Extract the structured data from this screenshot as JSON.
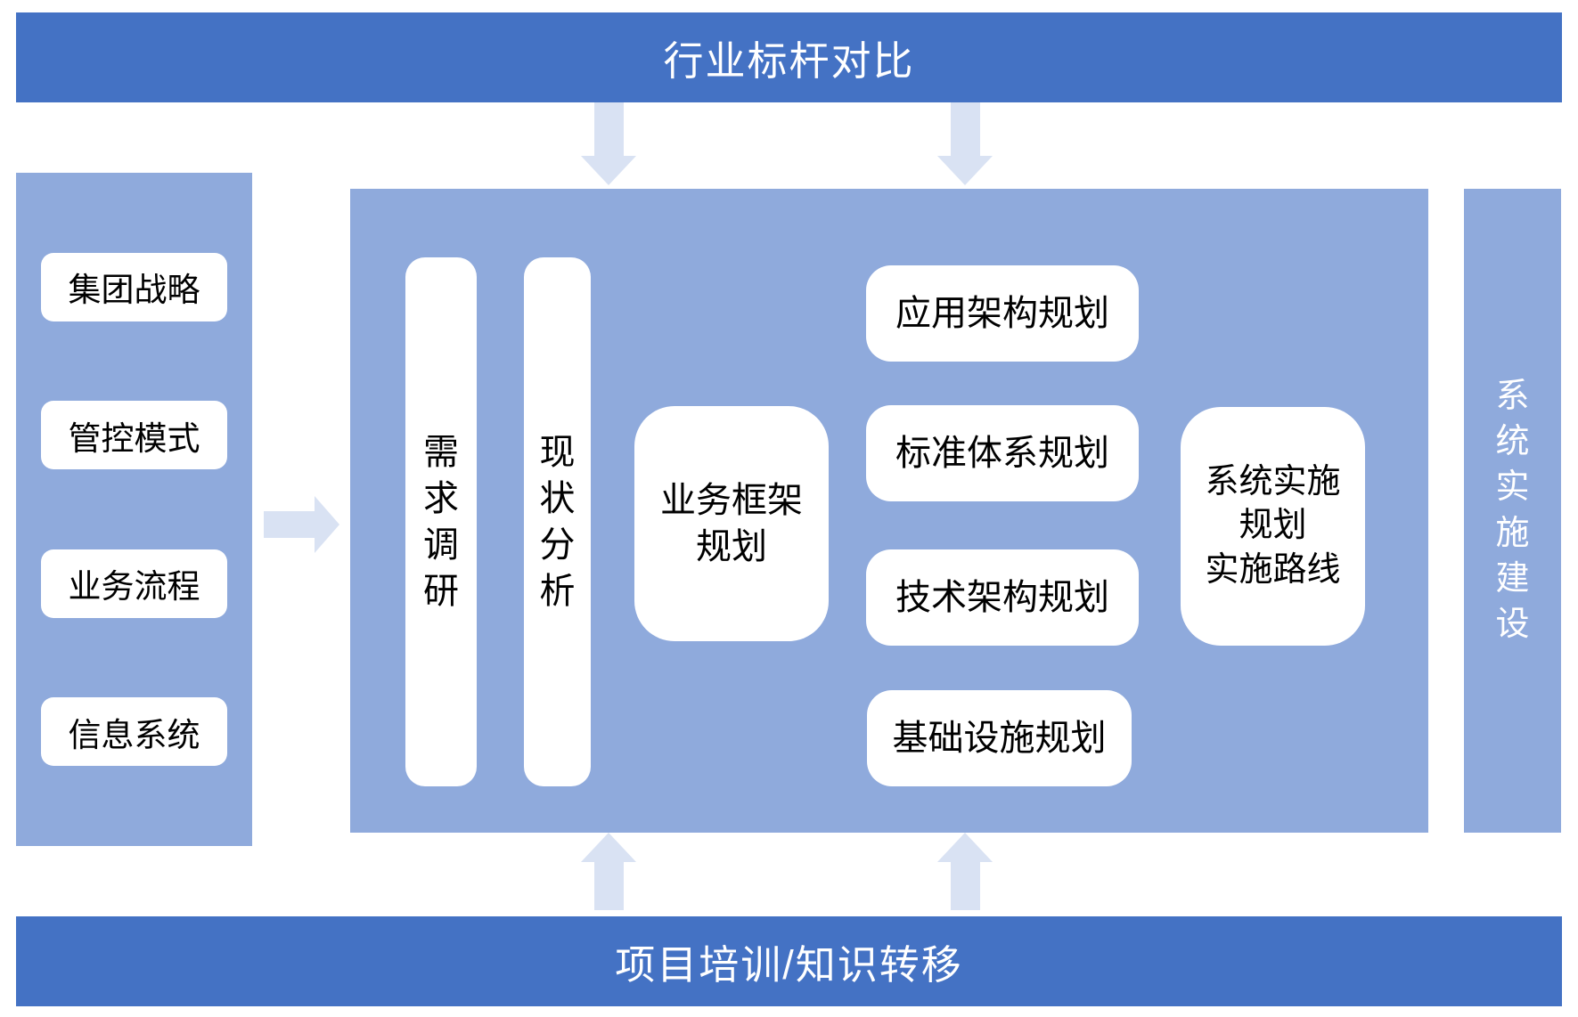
{
  "colors": {
    "banner_bg": "#4472C4",
    "panel_bg": "#8FAADC",
    "arrow_fill": "#D9E2F3",
    "box_bg": "#FFFFFF",
    "box_text": "#000000",
    "banner_text": "#FFFFFF"
  },
  "top_banner": {
    "label": "行业标杆对比"
  },
  "bottom_banner": {
    "label": "项目培训/知识转移"
  },
  "left_sidebar": {
    "items": [
      {
        "label": "集团战略"
      },
      {
        "label": "管控模式"
      },
      {
        "label": "业务流程"
      },
      {
        "label": "信息系统"
      }
    ]
  },
  "right_sidebar": {
    "label": "系统实施建设"
  },
  "center_panel": {
    "bars": [
      {
        "label": "需求调研"
      },
      {
        "label": "现状分析"
      }
    ],
    "business_framework_label": "业务框架\n规划",
    "column_boxes": [
      {
        "label": "应用架构规划"
      },
      {
        "label": "标准体系规划"
      },
      {
        "label": "技术架构规划"
      },
      {
        "label": "基础设施规划"
      }
    ],
    "implementation_label": "系统实施\n规划\n实施路线"
  }
}
